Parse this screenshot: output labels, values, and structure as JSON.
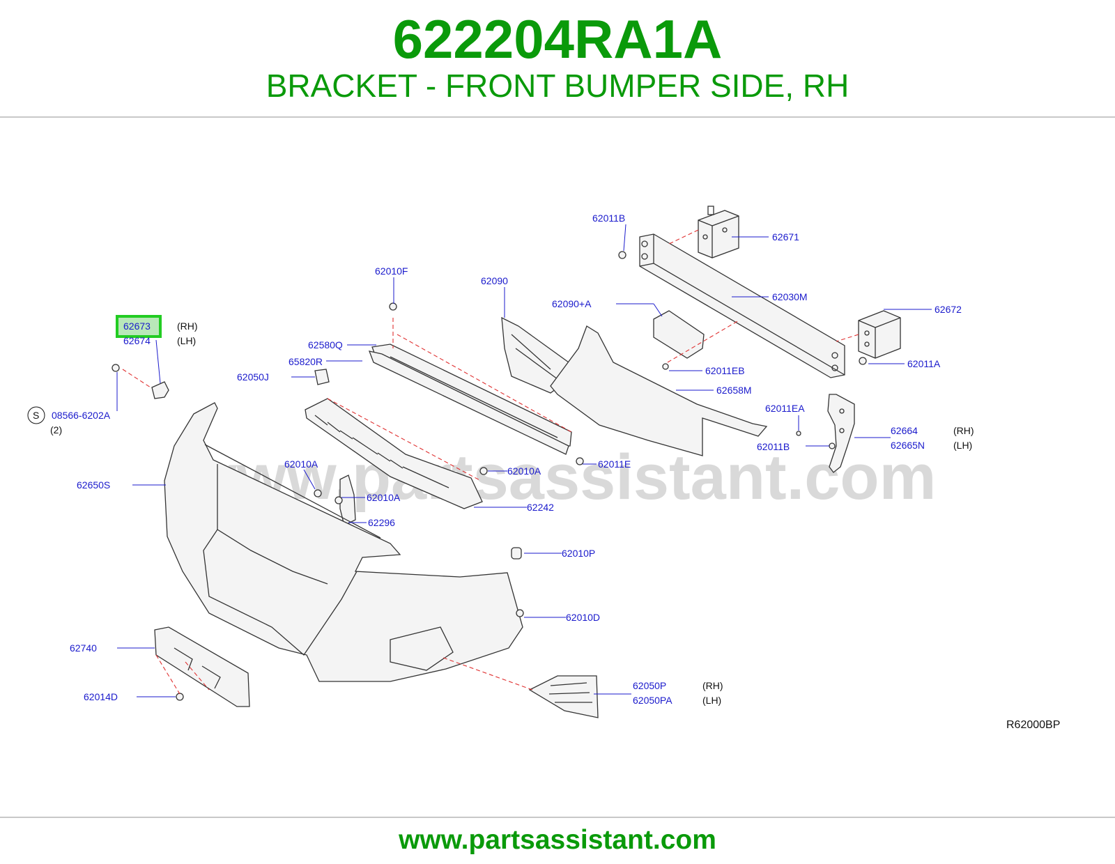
{
  "header": {
    "part_number": "622204RA1A",
    "description": "BRACKET - FRONT BUMPER SIDE, RH"
  },
  "watermark": "www.partsassistant.com",
  "footer": {
    "url": "www.partsassistant.com"
  },
  "diagram": {
    "code": "R62000BP",
    "highlight_color": "#22cc22",
    "labels": {
      "l62011B_top": "62011B",
      "l62671": "62671",
      "l62010F": "62010F",
      "l62090": "62090",
      "l62030M": "62030M",
      "l62090A": "62090+A",
      "l62672": "62672",
      "l62673": "62673",
      "l62674": "62674",
      "l62580Q": "62580Q",
      "l65820R": "65820R",
      "l62050J": "62050J",
      "l62011EB": "62011EB",
      "l62011A": "62011A",
      "l62658M": "62658M",
      "l08566": "08566-6202A",
      "l62011EA": "62011EA",
      "l62664": "62664",
      "l62665N": "62665N",
      "l62011B_low": "62011B",
      "l62011E": "62011E",
      "l62010A_1": "62010A",
      "l62010A_2": "62010A",
      "l62010A_3": "62010A",
      "l62650S": "62650S",
      "l62242": "62242",
      "l62296": "62296",
      "l62010P": "62010P",
      "l62010D": "62010D",
      "l62740": "62740",
      "l62050P": "62050P",
      "l62050PA": "62050PA",
      "l62014D": "62014D"
    },
    "side_marks": {
      "rh1": "(RH)",
      "lh1": "(LH)",
      "rh2": "(RH)",
      "lh2": "(LH)",
      "rh3": "(RH)",
      "lh3": "(LH)",
      "qty": "(2)",
      "s_symbol": "S"
    }
  }
}
